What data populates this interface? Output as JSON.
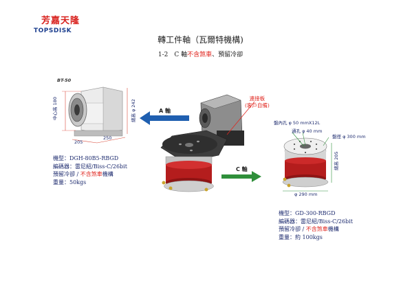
{
  "logo": {
    "cn": "芳嘉天隆",
    "en": "TOPSDISK"
  },
  "title": "轉工件軸（瓦爾特機構)",
  "subtitle": {
    "prefix": "1-2　C 軸",
    "red": "不含煞車",
    "suffix": "、預留冷卻"
  },
  "labels": {
    "a_axis": "A 軸",
    "c_axis": "C 軸"
  },
  "callout": {
    "line1": "連接板",
    "line2": "(客戶自備)"
  },
  "left_unit": {
    "model_tag": "BT-50",
    "dims": {
      "height": "中心高 180",
      "depth": "總高 φ 242",
      "width1": "205",
      "width2": "250"
    },
    "spec": {
      "model": "機型：DGH-80B5-RBGD",
      "encoder": "編碼器：雷尼紹/Biss-C/26bit",
      "cool_prefix": "預留冷卻 / ",
      "cool_red": "不含煞車",
      "cool_suffix": "機構",
      "weight": "重量：50kgs"
    }
  },
  "right_unit": {
    "dims": {
      "pcd": "盤內孔 φ 50 mmX12L",
      "through": "通孔 φ 40 mm",
      "plate": "盤徑 φ 300 mm",
      "height": "總高 205",
      "base": "φ 290 mm"
    },
    "spec": {
      "model": "機型：GD-300-RBGD",
      "encoder": "編碼器：雷尼紹/Biss-C/26bit",
      "cool_prefix": "預留冷卻 / ",
      "cool_red": "不含煞車",
      "cool_suffix": "機構",
      "weight": "重量：約 100kgs"
    }
  },
  "colors": {
    "accent_red": "#e0261f",
    "spec_blue": "#1c2a6e",
    "arrow_blue": "#1f5fb0",
    "arrow_green": "#2f8f3a",
    "logo_blue": "#1d3f8f"
  }
}
